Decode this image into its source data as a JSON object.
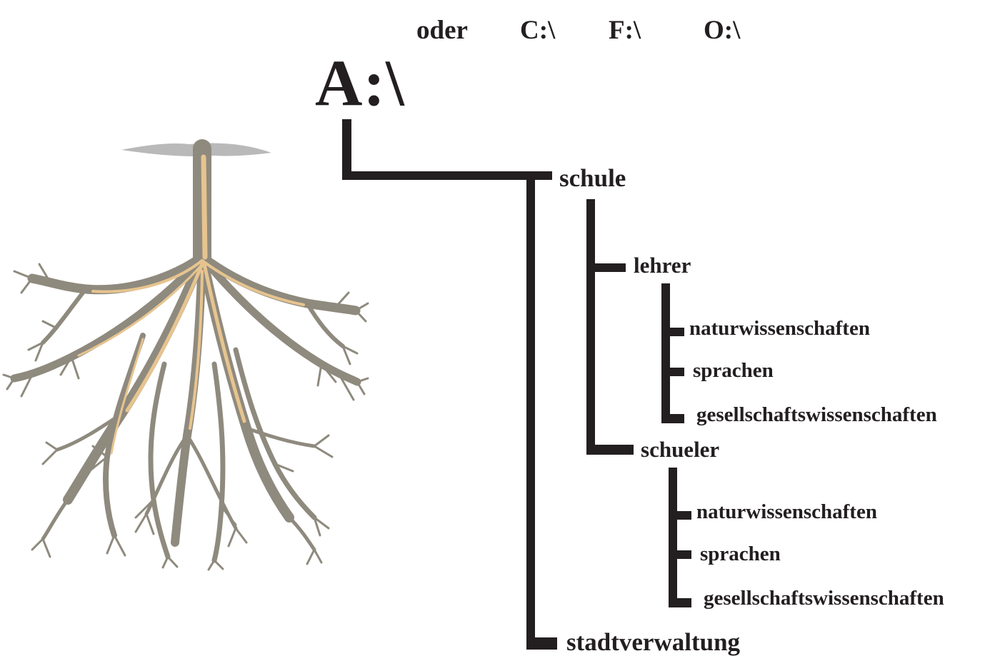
{
  "header": {
    "oder": "oder",
    "drive_c": "C:\\",
    "drive_f": "F:\\",
    "drive_o": "O:\\",
    "root_drive": "A:\\"
  },
  "tree": {
    "schule": "schule",
    "lehrer": "lehrer",
    "lehrer_children": [
      "naturwissenschaften",
      "sprachen",
      "gesellschaftswissenschaften"
    ],
    "schueler": "schueler",
    "schueler_children": [
      "naturwissenschaften",
      "sprachen",
      "gesellschaftswissenschaften"
    ],
    "stadtverwaltung": "stadtverwaltung"
  },
  "colors": {
    "ink": "#231f20",
    "root_grey": "#8f8a7e",
    "root_highlight": "#e7c48f",
    "soil": "#b9b9b9"
  },
  "illustration": {
    "icon": "tree-roots-illustration"
  }
}
